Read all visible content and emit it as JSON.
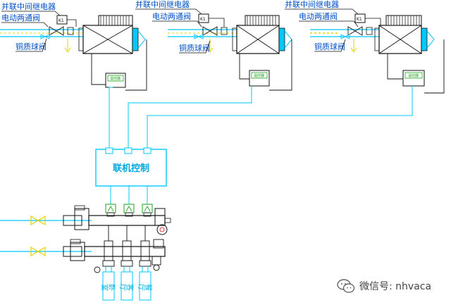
{
  "units": [
    {
      "relay_label": "并联中间继电器",
      "relay_tag": "K1",
      "valve_label": "电动两通阀",
      "ball_valve_label": "铜质球阀",
      "controller_label": "温控器",
      "controller_sub": ""
    },
    {
      "relay_label": "并联中间继电器",
      "relay_tag": "K1",
      "valve_label": "电动两通阀",
      "ball_valve_label": "铜质球阀",
      "controller_label": "温控器",
      "controller_sub": ""
    },
    {
      "relay_label": "并联中间继电器",
      "relay_tag": "K1",
      "valve_label": "电动两通阀",
      "ball_valve_label": "铜质球阀",
      "controller_label": "温控器",
      "controller_sub": ""
    }
  ],
  "linkage_control": {
    "label": "联机控制"
  },
  "zones": [
    {
      "label": "卧室"
    },
    {
      "label": "客厅"
    },
    {
      "label": "餐厅"
    }
  ],
  "watermark": {
    "text": "微信号: nhvaca"
  },
  "colors": {
    "line_black": "#111111",
    "cyan": "#00c8ff",
    "cyan_label": "#00b4e6",
    "green": "#1aa51a",
    "yellow": "#e6d200",
    "red_text": "#cc0000"
  }
}
